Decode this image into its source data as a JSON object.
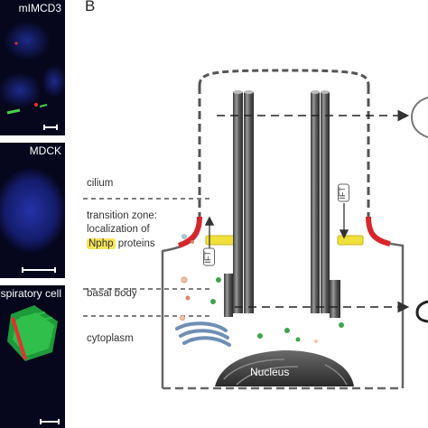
{
  "panel_a": {
    "images": [
      {
        "label": "mIMCD3"
      },
      {
        "label": "MDCK"
      },
      {
        "label": "espiratory  cell"
      }
    ]
  },
  "panel_b": {
    "letter": "B",
    "labels": {
      "cilium": "cilium",
      "transition_zone_line1": "transition zone:",
      "transition_zone_line2": "localization of",
      "nphp": "Nphp",
      "proteins": " proteins",
      "basal_body": "basal body",
      "cytoplasm": "cytoplasm",
      "nucleus": "Nucleus",
      "ift_left": "IFT",
      "ift_right": "IFT"
    },
    "colors": {
      "highlight": "#f6e55a",
      "transition_red": "#d7262b",
      "transition_yellow": "#f2e03a",
      "vesicle_green": "#3fa34d",
      "golgi_blue": "#6f8fb4"
    }
  }
}
